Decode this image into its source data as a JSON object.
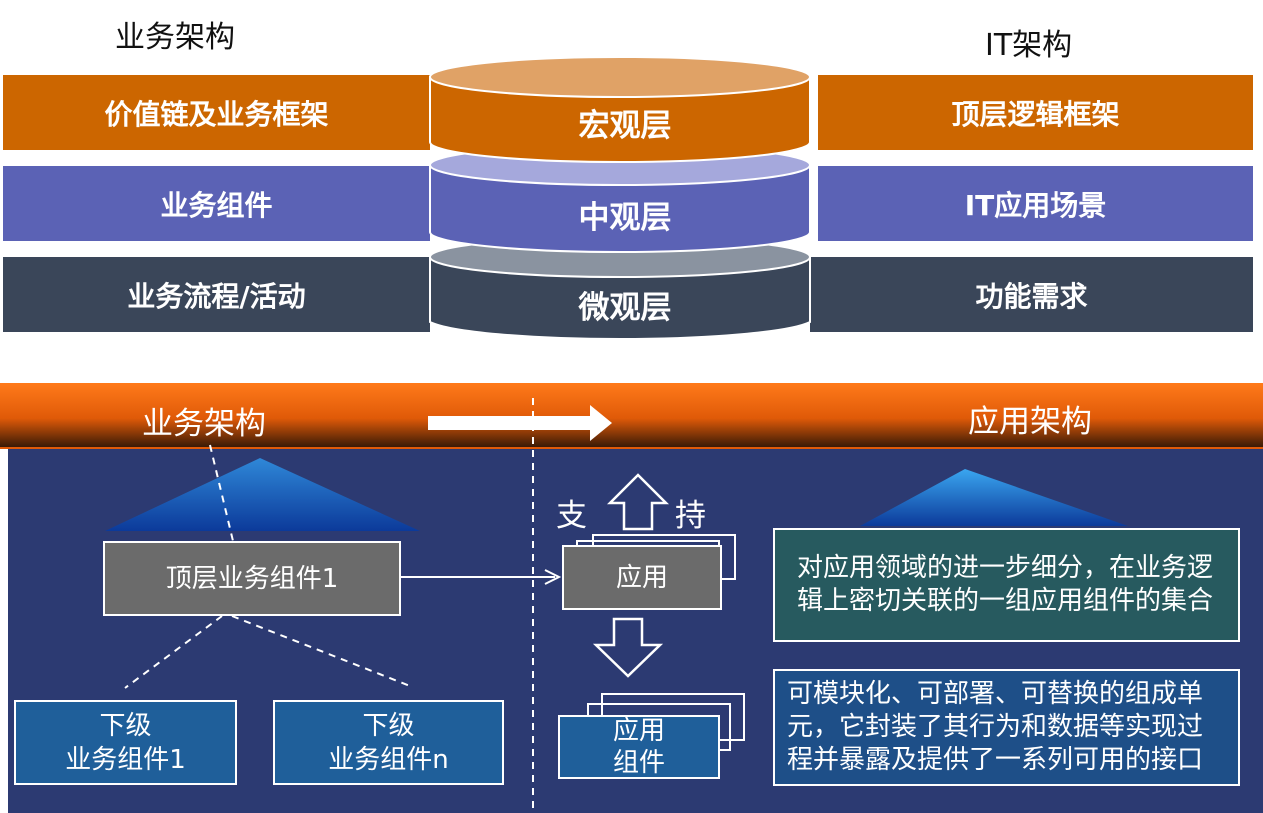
{
  "top": {
    "left_header": "业务架构",
    "right_header": "IT架构",
    "rows": [
      {
        "left": "价值链及业务框架",
        "center": "宏观层",
        "right": "顶层逻辑框架",
        "color": "#cc6600"
      },
      {
        "left": "业务组件",
        "center": "中观层",
        "right": "IT应用场景",
        "color": "#5b62b5"
      },
      {
        "left": "业务流程/活动",
        "center": "微观层",
        "right": "功能需求",
        "color": "#3a4659"
      }
    ]
  },
  "bottom": {
    "banner_left": "业务架构",
    "banner_right": "应用架构",
    "top_component": "顶层业务组件1",
    "sub_component_1": "下级\n业务组件1",
    "sub_component_n": "下级\n业务组件n",
    "support_left": "支",
    "support_right": "持",
    "app_label": "应用",
    "app_component_label": "应用\n组件",
    "desc_app": "对应用领域的进一步细分，在业务逻辑上密切关联的一组应用组件的集合",
    "desc_component": "可模块化、可部署、可替换的组成单元，它封装了其行为和数据等实现过程并暴露及提供了一系列可用的接口"
  },
  "colors": {
    "orange": "#cc6600",
    "purple": "#5b62b5",
    "dark": "#3a4659",
    "navy": "#2b3a72",
    "banner": "#e06010"
  }
}
